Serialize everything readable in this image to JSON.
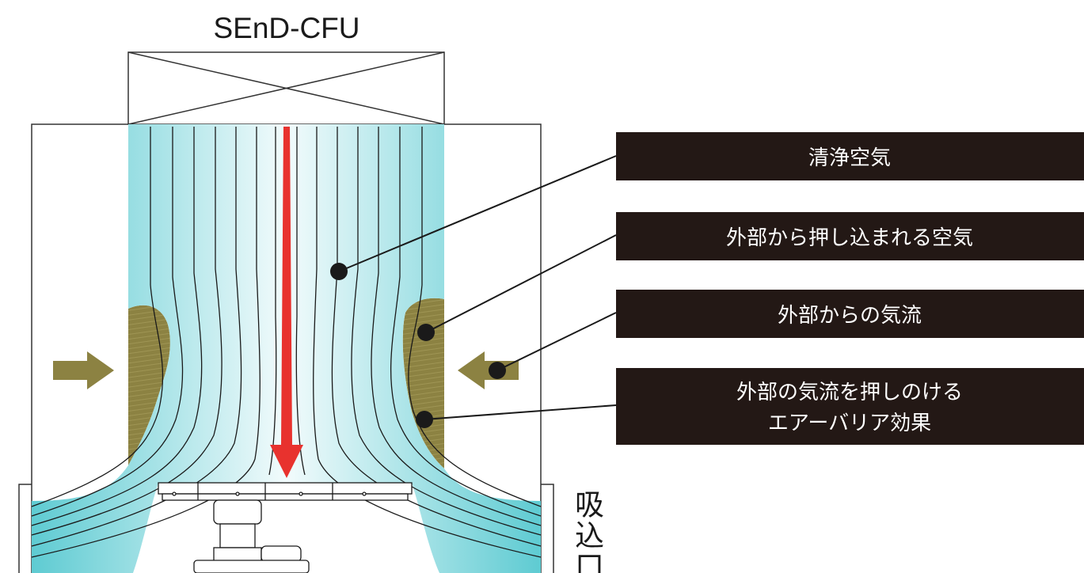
{
  "title": "SEnD-CFU",
  "inlet_label": "吸込口",
  "callouts": [
    {
      "id": "clean-air",
      "lines": [
        "清浄空気"
      ]
    },
    {
      "id": "pushed-in-air",
      "lines": [
        "外部から押し込まれる空気"
      ]
    },
    {
      "id": "external-airflow",
      "lines": [
        "外部からの気流"
      ]
    },
    {
      "id": "air-barrier-effect",
      "lines": [
        "外部の気流を押しのける",
        "エアーバリア効果"
      ]
    }
  ],
  "colors": {
    "clean_air": "#5ecbd2",
    "clean_air_center": "#f2fbfc",
    "pushed_air": "#8c8242",
    "down_arrow": "#e8322e",
    "label_box": "#231815"
  }
}
